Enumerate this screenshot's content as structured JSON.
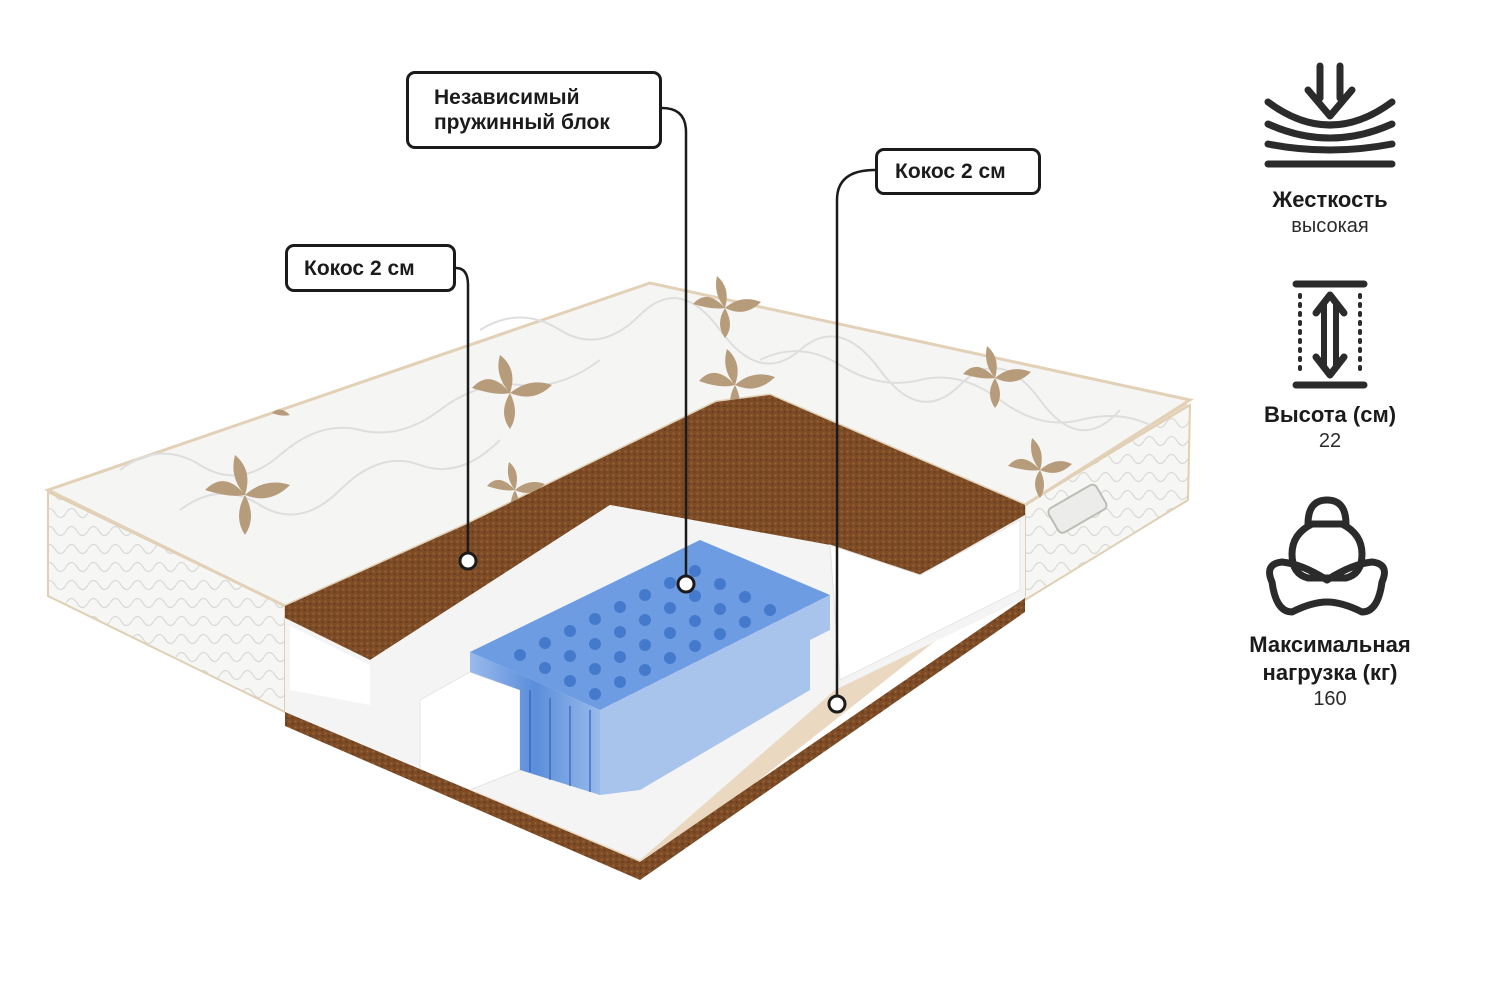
{
  "callouts": {
    "spring_block": [
      "Независимый",
      "пружинный блок"
    ],
    "coconut_top": "Кокос 2 см",
    "coconut_left": "Кокос 2 см"
  },
  "features": {
    "stiffness": {
      "title": "Жесткость",
      "value": "высокая",
      "icon": "compression-icon"
    },
    "height": {
      "title": "Высота (см)",
      "value": "22",
      "icon": "height-arrow-icon"
    },
    "max_load": {
      "title_line1": "Максимальная",
      "title_line2": "нагрузка (кг)",
      "value": "160",
      "icon": "kettlebell-icon"
    }
  },
  "colors": {
    "outline": "#1b1b1b",
    "quilt": "#f4f4f2",
    "coconut": "#7a4a25",
    "foam": "#f7f7f7",
    "springs": "#4f86d6",
    "base": "#e6d3b8",
    "pattern": "#b49a7a"
  }
}
